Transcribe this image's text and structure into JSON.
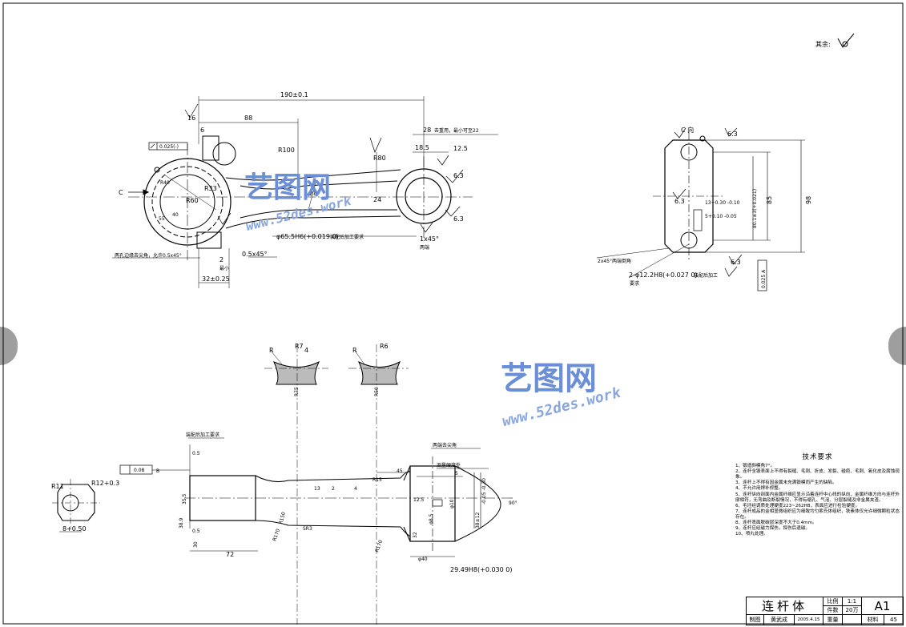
{
  "drawing": {
    "surface_roughness_note": "其余:",
    "title_block": {
      "part_name": "连杆体",
      "scale_label": "比例",
      "scale_value": "1:1",
      "quantity_label": "件数",
      "quantity_value": "20万",
      "sheet": "A1",
      "drawn_label": "制图",
      "drawn_by": "黄武成",
      "date": "2005.4.15",
      "weight_label": "重量",
      "material_label": "材料",
      "material_value": "45"
    },
    "tech_requirements": {
      "title": "技术要求",
      "items": [
        "1、锻造斜模角7°。",
        "2、连杆全锻表面上不得有裂缝、毛刺、折皮、发裂、碰疤、毛刺、氧化皮及腐蚀现象。",
        "3、连杆上不得有因金属未充满锻模而产生的缺陷。",
        "4、不允许用焊补修整。",
        "5、连杆纵向剖面内金属纤维应显示沿着连杆中心线的纵向，金属纤维方向与连杆外廓相符，无弯曲及断裂情况，不得有缩孔、气泡、分层裂缝及非金属夹渣。",
        "6、毛坯经调质处理硬度223~262HB，表面应进行检验硬度。",
        "7、连杆成品的金相显微组织应为细致均匀索氏体组织，铁素体仅允许细微颗粒状态存在。",
        "8、连杆表面脱碳层深度不大于0.4mm。",
        "9、连杆应经磁力探伤，探伤后退磁。",
        "10、喷丸处理。"
      ]
    },
    "dims_top": {
      "overall": "190±0.1",
      "d88": "88",
      "d28": "28",
      "note_weight": "去重用，最小可至22",
      "d18_5": "18.5",
      "d12_5": "12.5",
      "r100": "R100",
      "r80": "R80",
      "r33": "R33",
      "r60": "R60",
      "d28v": "28",
      "d24": "24",
      "d16": "16",
      "d6": "6",
      "flatness": "0.025(-)",
      "bore_small": "φ65.5H6(+0.019 0)",
      "after_assembly": "装配后加工要求",
      "chamfer_1x45": "1x45°",
      "both_ends": "两端",
      "edge_note": "两孔边缘去尖角，允许0.5x45°",
      "chamfer_05": "0.5x45°",
      "d2": "2",
      "min_label": "最小",
      "d32": "32±0.25",
      "ra63": "6.3",
      "view_c": "C",
      "r40": "R40",
      "d55": "55",
      "d40": "40"
    },
    "dims_side": {
      "view_label": "C 向",
      "d13": "13+0.30 -0.10",
      "d5": "5+0.10 -0.05",
      "d80": "80.1±3(+0.021)",
      "d85": "85",
      "d98": "98",
      "chamfer_ends": "2x45°两端倒角",
      "holes": "2-φ12.2H8(+0.027 0)",
      "after_assembly": "装配后加工",
      "req": "要求",
      "tol_frame": "0.025 A",
      "ra63": "6.3"
    },
    "dims_sections": {
      "r7": "R7",
      "r6": "R6",
      "r_label": "R",
      "d4": "4",
      "r75": "R75",
      "r50": "R50"
    },
    "dims_bottom": {
      "after_assembly": "装配后加工要求",
      "parallel": "0.08",
      "datum_b": "B",
      "r11": "R11",
      "r12": "R12+0.3",
      "d8": "8+0.50",
      "d38_9": "38.9",
      "d35_5": "35.5",
      "d0_5": "0.5",
      "d30": "30",
      "d0_5b": "0.5",
      "d72": "72",
      "r170a": "R170",
      "r170b": "R170",
      "r150": "R150",
      "sr3": "SR3",
      "d13": "13",
      "d2": "2",
      "d4": "4",
      "r15": "R15",
      "d45": "45",
      "sharp_note": "两端去尖角",
      "hardness_note": "测量硬度处",
      "d5": "5",
      "d12_5": "12.5",
      "phi10": "φ10",
      "phi8_5": "φ8.5",
      "phi40": "φ40",
      "d32": "32",
      "d38": "38±12",
      "tol": "-0.05 -0.30",
      "d90": "90°",
      "d29_49": "29.49H8(+0.030 0)"
    },
    "watermark": {
      "cn": "艺图网",
      "en": "www.52des.work"
    }
  }
}
